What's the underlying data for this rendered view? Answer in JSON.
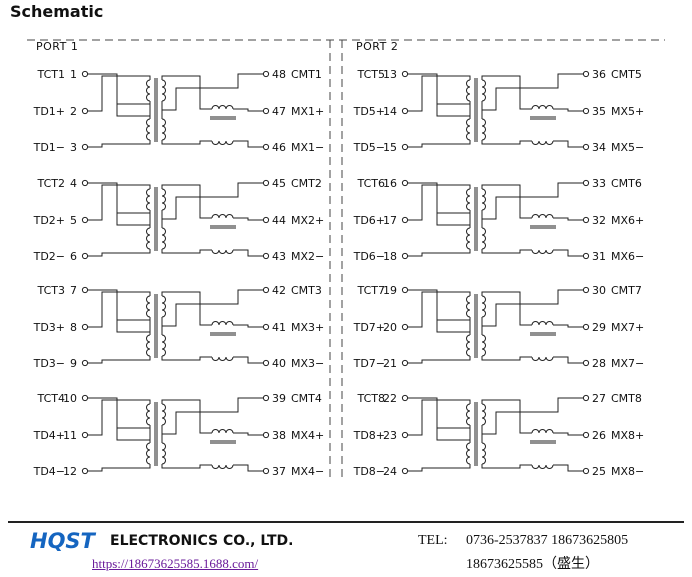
{
  "title": "Schematic",
  "ports": [
    {
      "label": "PORT  1",
      "groups": [
        {
          "tct": "TCT1",
          "tct_pin": "1",
          "tdp": "TD1+",
          "tdp_pin": "2",
          "tdn": "TD1−",
          "tdn_pin": "3",
          "cmt_pin": "48",
          "cmt": "CMT1",
          "mxp_pin": "47",
          "mxp": "MX1+",
          "mxn_pin": "46",
          "mxn": "MX1−"
        },
        {
          "tct": "TCT2",
          "tct_pin": "4",
          "tdp": "TD2+",
          "tdp_pin": "5",
          "tdn": "TD2−",
          "tdn_pin": "6",
          "cmt_pin": "45",
          "cmt": "CMT2",
          "mxp_pin": "44",
          "mxp": "MX2+",
          "mxn_pin": "43",
          "mxn": "MX2−"
        },
        {
          "tct": "TCT3",
          "tct_pin": "7",
          "tdp": "TD3+",
          "tdp_pin": "8",
          "tdn": "TD3−",
          "tdn_pin": "9",
          "cmt_pin": "42",
          "cmt": "CMT3",
          "mxp_pin": "41",
          "mxp": "MX3+",
          "mxn_pin": "40",
          "mxn": "MX3−"
        },
        {
          "tct": "TCT4",
          "tct_pin": "10",
          "tdp": "TD4+",
          "tdp_pin": "11",
          "tdn": "TD4−",
          "tdn_pin": "12",
          "cmt_pin": "39",
          "cmt": "CMT4",
          "mxp_pin": "38",
          "mxp": "MX4+",
          "mxn_pin": "37",
          "mxn": "MX4−"
        }
      ]
    },
    {
      "label": "PORT  2",
      "groups": [
        {
          "tct": "TCT5",
          "tct_pin": "13",
          "tdp": "TD5+",
          "tdp_pin": "14",
          "tdn": "TD5−",
          "tdn_pin": "15",
          "cmt_pin": "36",
          "cmt": "CMT5",
          "mxp_pin": "35",
          "mxp": "MX5+",
          "mxn_pin": "34",
          "mxn": "MX5−"
        },
        {
          "tct": "TCT6",
          "tct_pin": "16",
          "tdp": "TD6+",
          "tdp_pin": "17",
          "tdn": "TD6−",
          "tdn_pin": "18",
          "cmt_pin": "33",
          "cmt": "CMT6",
          "mxp_pin": "32",
          "mxp": "MX6+",
          "mxn_pin": "31",
          "mxn": "MX6−"
        },
        {
          "tct": "TCT7",
          "tct_pin": "19",
          "tdp": "TD7+",
          "tdp_pin": "20",
          "tdn": "TD7−",
          "tdn_pin": "21",
          "cmt_pin": "30",
          "cmt": "CMT7",
          "mxp_pin": "29",
          "mxp": "MX7+",
          "mxn_pin": "28",
          "mxn": "MX7−"
        },
        {
          "tct": "TCT8",
          "tct_pin": "22",
          "tdp": "TD8+",
          "tdp_pin": "23",
          "tdn": "TD8−",
          "tdn_pin": "24",
          "cmt_pin": "27",
          "cmt": "CMT8",
          "mxp_pin": "26",
          "mxp": "MX8+",
          "mxn_pin": "25",
          "mxn": "MX8−"
        }
      ]
    }
  ],
  "footer": {
    "brand": "HQST",
    "company": "ELECTRONICS CO., LTD.",
    "url": "https://18673625585.1688.com/",
    "tel_label": "TEL:",
    "tel_line1": "0736-2537837 18673625805",
    "tel_line2": "18673625585（盛生）",
    "brand_color": "#1565c0",
    "link_color": "#6a1b9a"
  }
}
